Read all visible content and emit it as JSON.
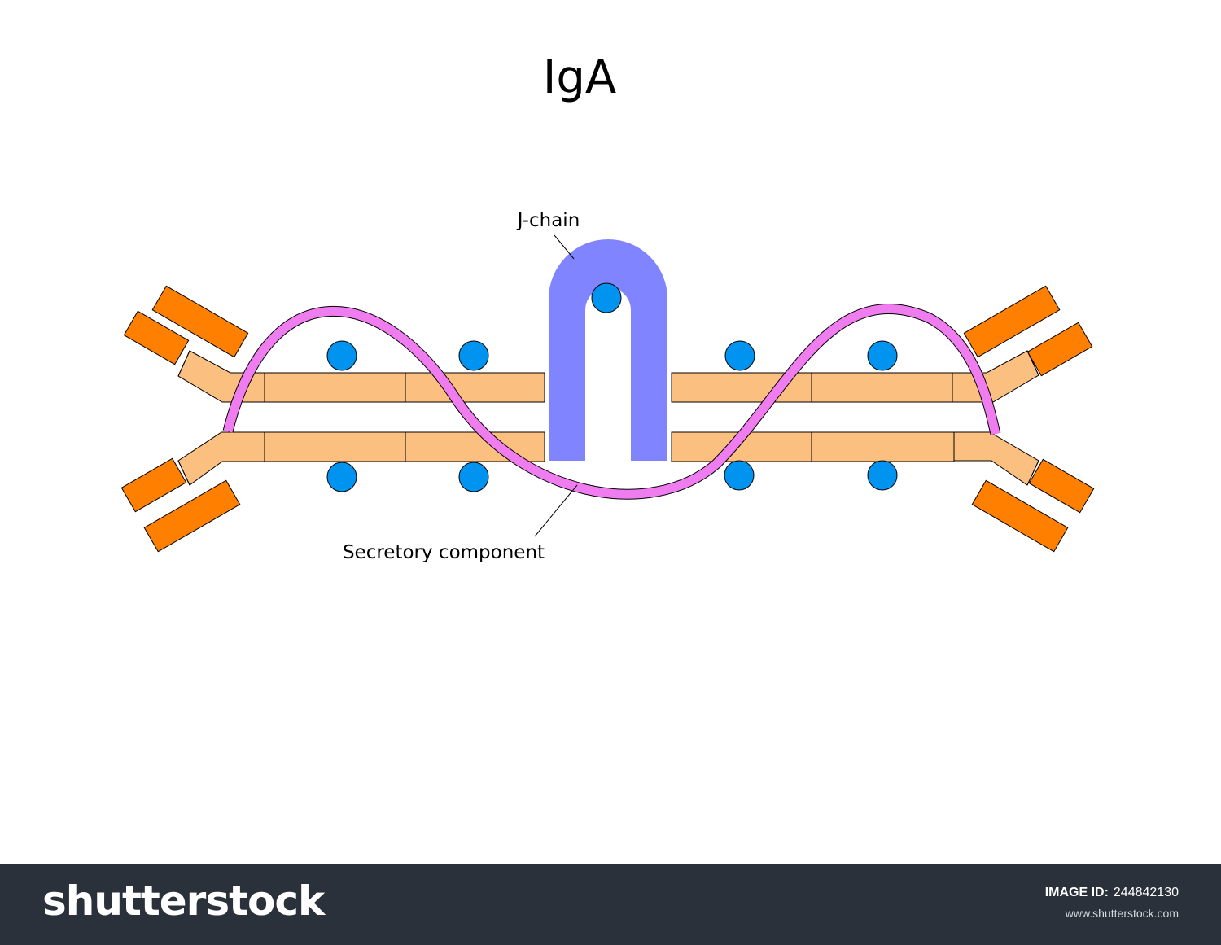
{
  "diagram": {
    "title": "IgA",
    "labels": {
      "j_chain": "J-chain",
      "secretory_component": "Secretory component"
    }
  },
  "colors": {
    "variable_domain": "#ff7f00",
    "constant_domain": "#fbbf80",
    "j_chain": "#8085ff",
    "secretory_component": "#f07df0",
    "disulfide_dot": "#0094f0"
  },
  "watermark": {
    "brand": "shutterstock",
    "image_id_label": "IMAGE ID:",
    "image_id": "244842130",
    "site": "www.shutterstock.com"
  }
}
